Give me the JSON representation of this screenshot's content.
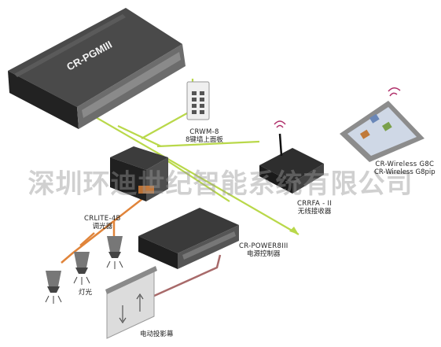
{
  "devices": {
    "main_controller": {
      "model": "CR-PGMIII"
    },
    "wall_panel": {
      "model": "CRWM-8",
      "desc": "8键墙上面板"
    },
    "dimmer": {
      "model": "CRLITE-4B",
      "desc": "调光器"
    },
    "wireless_receiver": {
      "model": "CRRFA - II",
      "desc": "无线接收器"
    },
    "touch_panel": {
      "model_line1": "CR-Wireless G8C",
      "model_line2": "CR-Wireless G8pip"
    },
    "power_controller": {
      "model": "CR-POWER8III",
      "desc": "电源控制器"
    },
    "lights": {
      "desc": "灯光"
    },
    "screen": {
      "desc": "电动投影幕"
    }
  },
  "watermark": "深圳环迪世纪智能系统有限公司",
  "colors": {
    "control_line": "#b9d84a",
    "power_line_orange": "#e0843a",
    "power_line_mauve": "#a86a6a",
    "device_dark": "#3a3a3a",
    "device_light": "#d9d9d9"
  }
}
